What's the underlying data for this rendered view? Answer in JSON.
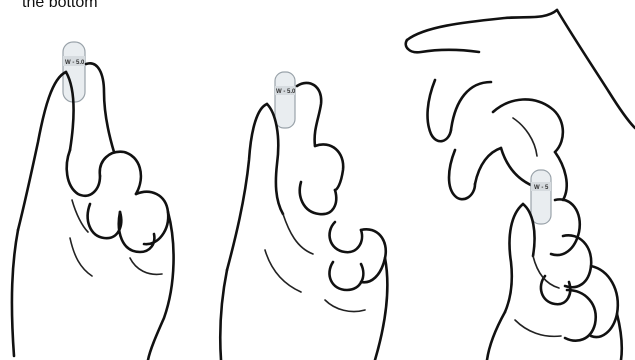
{
  "caption": {
    "fragment": "the bottom"
  },
  "steps": [
    {
      "vial_label": "W - 5.0"
    },
    {
      "vial_label": "W - 5.0"
    },
    {
      "vial_label": "W - 5"
    }
  ],
  "colors": {
    "ink": "#111111",
    "vial": "#e9edf0",
    "background": "#ffffff"
  }
}
